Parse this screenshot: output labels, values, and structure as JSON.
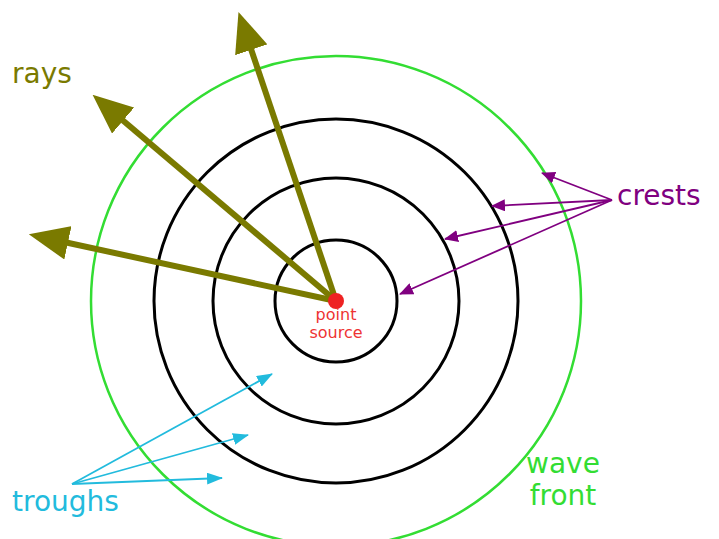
{
  "diagram": {
    "labels": [
      "rays",
      "crests",
      "troughs",
      "point source",
      "wave front"
    ]
  }
}
